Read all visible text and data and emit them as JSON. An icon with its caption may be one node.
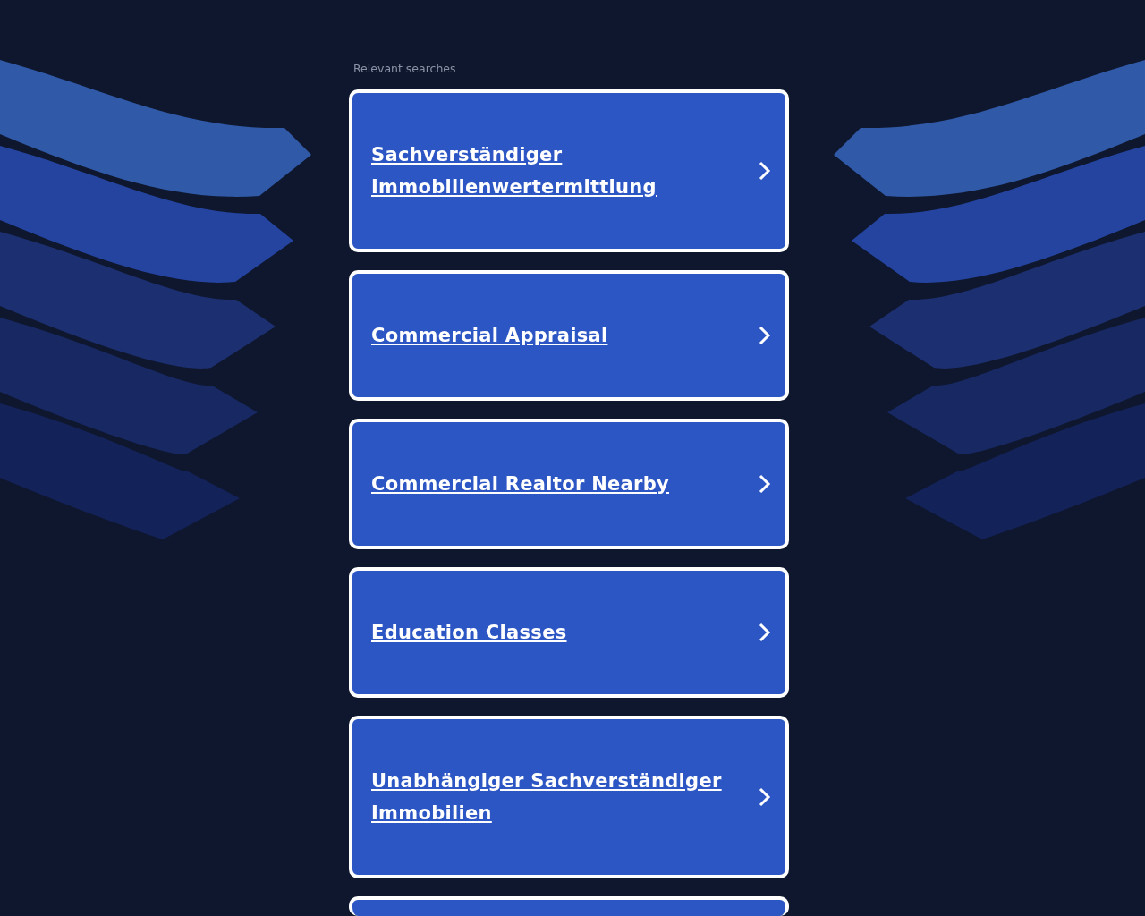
{
  "diagram": {
    "nodes": [
      {
        "text": [
          "Sachverständiger Immobilienwertermittlung"
        ]
      },
      {
        "text": [
          "Commercial Appraisal"
        ]
      },
      {
        "text": [
          "Commercial Realtor Nearby"
        ]
      },
      {
        "text": [
          "Education Classes"
        ]
      },
      {
        "text": [
          "Unabhängiger Sachverständiger Immobilien"
        ]
      },
      {
        "text": [],
        "shape": "box"
      }
    ],
    "labels": [
      "Relevant searches"
    ]
  }
}
